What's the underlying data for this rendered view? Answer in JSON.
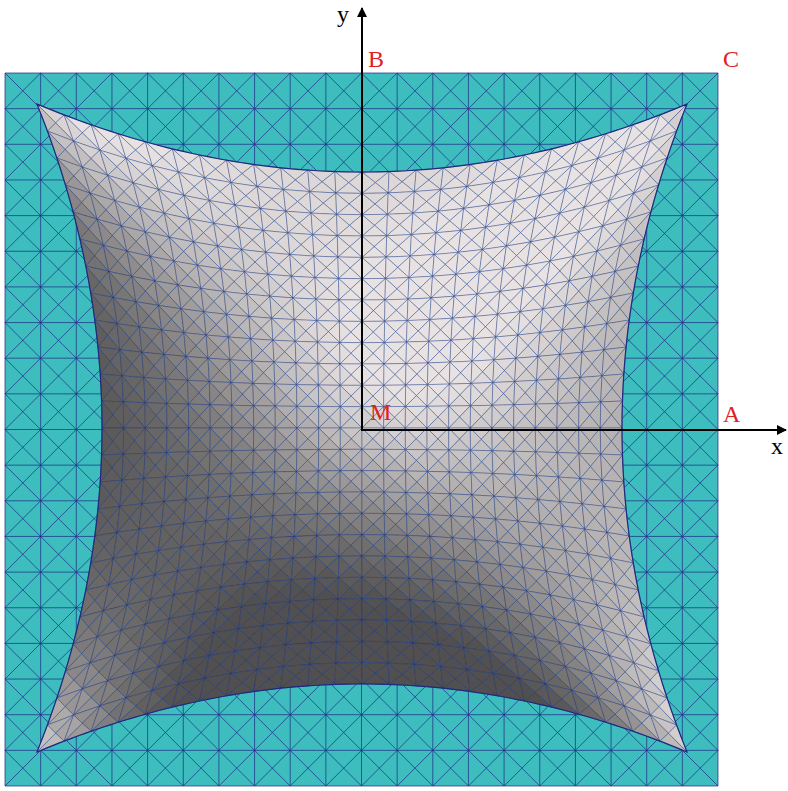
{
  "diagram": {
    "labels": [
      "y",
      "B",
      "C",
      "M",
      "A",
      "x"
    ]
  }
}
